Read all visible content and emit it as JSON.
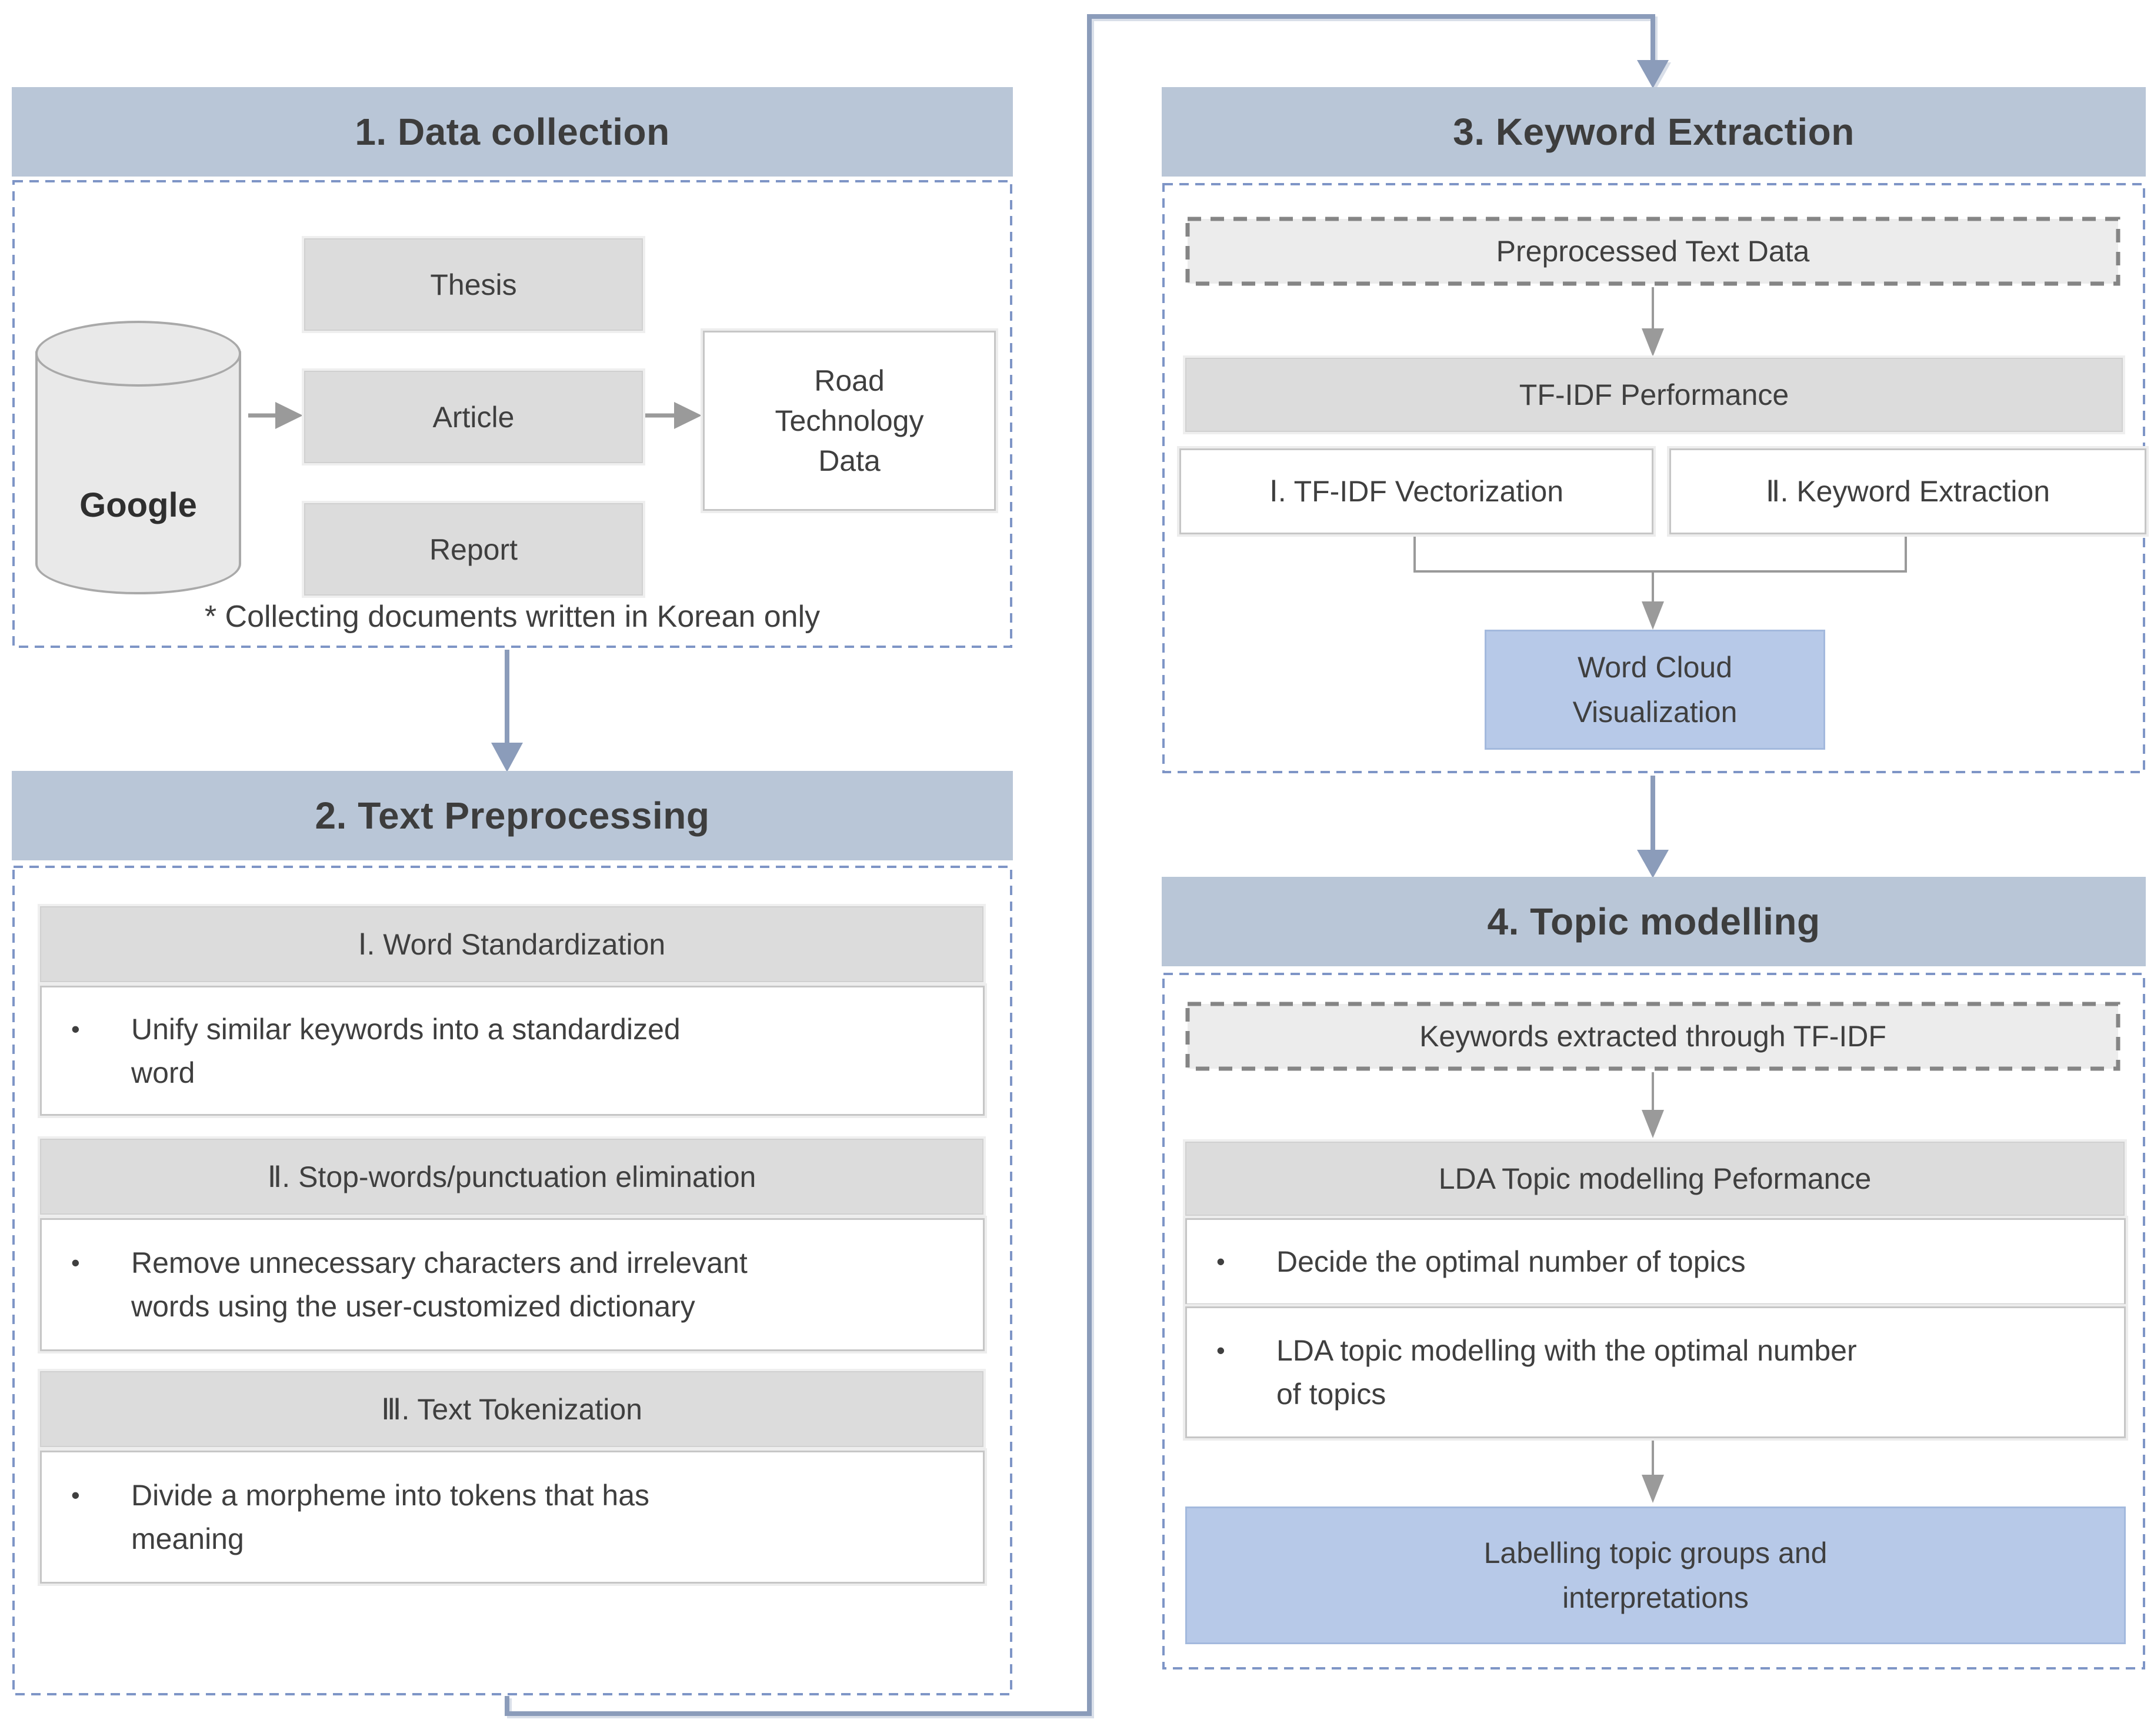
{
  "palette": {
    "header_bg": "#b9c6d7",
    "header_text": "#3d3d3d",
    "outer_dash": "#7e95c6",
    "inner_dash_border": "#858585",
    "inner_dash_bg": "#ececec",
    "gray_box_bg": "#dcdcdc",
    "gray_box_border": "#d0d0d0",
    "white_box_border": "#c6c6c6",
    "blue_box_bg": "#b7c9e8",
    "blue_box_border": "#a3b9dd",
    "text": "#3f3f3f",
    "gray_arrow": "#9a9a9a",
    "blue_arrow": "#8b9cba",
    "cylinder_bg": "#e9e9e9",
    "cylinder_border": "#a9a9a9"
  },
  "glyphs": {
    "bullet": "•"
  },
  "sections": {
    "s1": {
      "title": "1. Data collection",
      "db_label": "Google",
      "docs": [
        "Thesis",
        "Article",
        "Report"
      ],
      "output_lines": [
        "Road",
        "Technology",
        "Data"
      ],
      "note": "* Collecting documents written in Korean only"
    },
    "s2": {
      "title": "2. Text Preprocessing",
      "steps": [
        {
          "header": "Ⅰ. Word Standardization",
          "lines": [
            "Unify similar keywords into a standardized",
            "word"
          ]
        },
        {
          "header": "Ⅱ. Stop-words/punctuation elimination",
          "lines": [
            "Remove unnecessary characters and irrelevant",
            "words using the user-customized dictionary"
          ]
        },
        {
          "header": "Ⅲ. Text Tokenization",
          "lines": [
            "Divide a morpheme into tokens that has",
            "meaning"
          ]
        }
      ]
    },
    "s3": {
      "title": "3. Keyword Extraction",
      "input": "Preprocessed Text Data",
      "process": "TF-IDF Performance",
      "subs": [
        "Ⅰ. TF-IDF Vectorization",
        "Ⅱ. Keyword Extraction"
      ],
      "output_lines": [
        "Word Cloud",
        "Visualization"
      ]
    },
    "s4": {
      "title": "4. Topic modelling",
      "input": "Keywords extracted through TF-IDF",
      "process": "LDA Topic modelling Peformance",
      "bullets": [
        {
          "lines": [
            "Decide the optimal number of topics"
          ]
        },
        {
          "lines": [
            "LDA topic modelling with the optimal number",
            "of topics"
          ]
        }
      ],
      "output_lines": [
        "Labelling topic groups and",
        "interpretations"
      ]
    }
  }
}
